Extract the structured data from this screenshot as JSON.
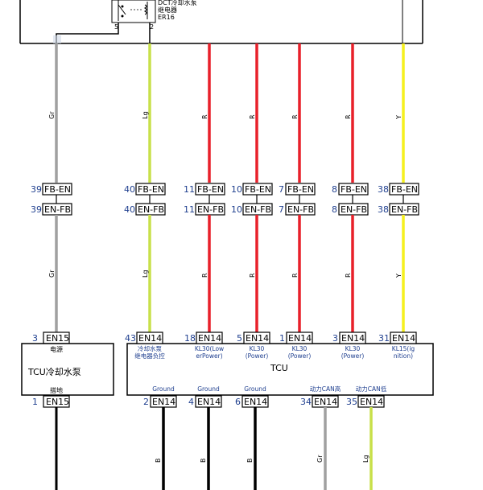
{
  "relay": {
    "name_line1": "DCT冷却水泵",
    "name_line2": "继电器",
    "name_line3": "ER16",
    "pin_left": "5",
    "pin_right": "2"
  },
  "wires_top": [
    {
      "label": "Gr",
      "color": "#a0a0a0"
    },
    {
      "label": "Lg",
      "color": "#c8e04a"
    },
    {
      "label": "R",
      "color": "#e8202a"
    },
    {
      "label": "R",
      "color": "#e8202a"
    },
    {
      "label": "R",
      "color": "#e8202a"
    },
    {
      "label": "R",
      "color": "#e8202a"
    },
    {
      "label": "Y",
      "color": "#f5f01e"
    }
  ],
  "inline_connectors": [
    {
      "pin": "39",
      "upper": "FB-EN",
      "lower": "EN-FB"
    },
    {
      "pin": "40",
      "upper": "FB-EN",
      "lower": "EN-FB"
    },
    {
      "pin": "11",
      "upper": "FB-EN",
      "lower": "EN-FB"
    },
    {
      "pin": "10",
      "upper": "FB-EN",
      "lower": "EN-FB"
    },
    {
      "pin": "7",
      "upper": "FB-EN",
      "lower": "EN-FB"
    },
    {
      "pin": "8",
      "upper": "FB-EN",
      "lower": "EN-FB"
    },
    {
      "pin": "38",
      "upper": "FB-EN",
      "lower": "EN-FB"
    }
  ],
  "pump": {
    "name": "TCU冷却水泵",
    "top_pin": "3",
    "top_conn": "EN15",
    "top_label": "电源",
    "bottom_pin": "1",
    "bottom_conn": "EN15",
    "bottom_label": "搭地"
  },
  "tcu": {
    "name": "TCU",
    "top_pins": [
      {
        "pin": "43",
        "conn": "EN14",
        "label1": "冷却水泵",
        "label2": "继电器负控"
      },
      {
        "pin": "18",
        "conn": "EN14",
        "label1": "KL30(Low",
        "label2": "erPower)"
      },
      {
        "pin": "5",
        "conn": "EN14",
        "label1": "KL30",
        "label2": "(Power)"
      },
      {
        "pin": "1",
        "conn": "EN14",
        "label1": "KL30",
        "label2": "(Power)"
      },
      {
        "pin": "3",
        "conn": "EN14",
        "label1": "KL30",
        "label2": "(Power)"
      },
      {
        "pin": "31",
        "conn": "EN14",
        "label1": "KL15(ig",
        "label2": "nition)"
      }
    ],
    "bottom_pins": [
      {
        "pin": "2",
        "conn": "EN14",
        "label": "Ground"
      },
      {
        "pin": "4",
        "conn": "EN14",
        "label": "Ground"
      },
      {
        "pin": "6",
        "conn": "EN14",
        "label": "Ground"
      },
      {
        "pin": "34",
        "conn": "EN14",
        "label": "动力CAN高"
      },
      {
        "pin": "35",
        "conn": "EN14",
        "label": "动力CAN低"
      }
    ]
  },
  "wires_bottom": [
    {
      "label": "B",
      "color": "#000000"
    },
    {
      "label": "B",
      "color": "#000000"
    },
    {
      "label": "B",
      "color": "#000000"
    },
    {
      "label": "Gr",
      "color": "#a0a0a0"
    },
    {
      "label": "Lg",
      "color": "#c8e04a"
    }
  ],
  "colors": {
    "outline": "#000000",
    "pin_text": "#1f3f8f"
  }
}
